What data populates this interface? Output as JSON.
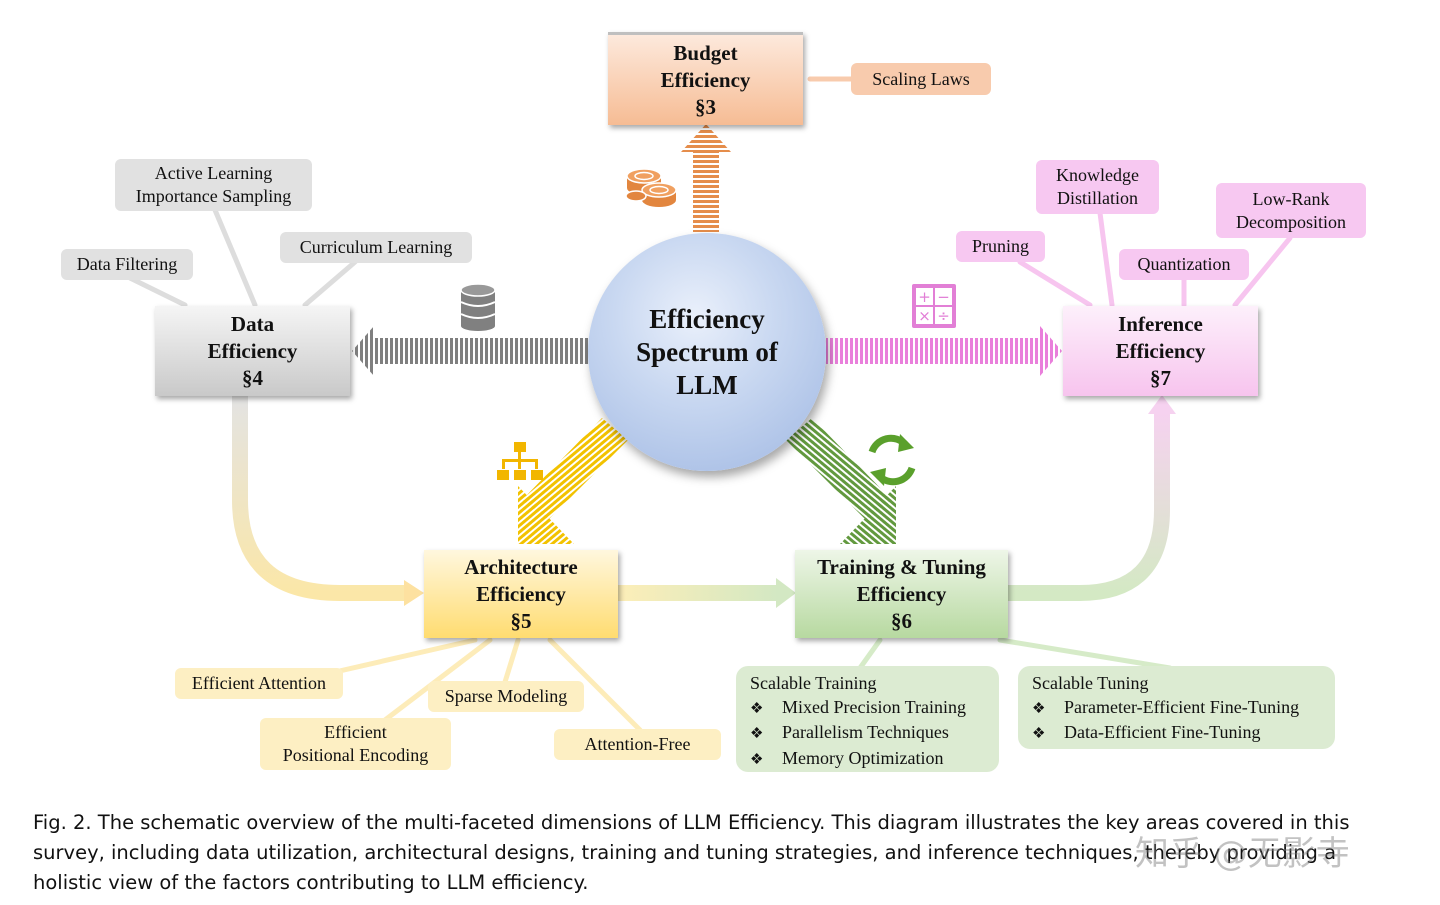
{
  "center": {
    "label": "Efficiency\nSpectrum of\nLLM"
  },
  "boxes": {
    "budget": {
      "label": "Budget\nEfficiency\n§3"
    },
    "data": {
      "label": "Data\nEfficiency\n§4"
    },
    "architecture": {
      "label": "Architecture\nEfficiency\n§5"
    },
    "training": {
      "label": "Training & Tuning\nEfficiency\n§6"
    },
    "inference": {
      "label": "Inference\nEfficiency\n§7"
    }
  },
  "tags": {
    "scaling_laws": "Scaling Laws",
    "active_learning": "Active Learning\nImportance Sampling",
    "curriculum_learning": "Curriculum Learning",
    "data_filtering": "Data Filtering",
    "knowledge_distillation": "Knowledge\nDistillation",
    "low_rank": "Low-Rank\nDecomposition",
    "pruning": "Pruning",
    "quantization": "Quantization",
    "efficient_attention": "Efficient Attention",
    "sparse_modeling": "Sparse Modeling",
    "positional_encoding": "Efficient\nPositional Encoding",
    "attention_free": "Attention-Free"
  },
  "scalable_training": {
    "title": "Scalable Training",
    "items": [
      "Mixed Precision Training",
      "Parallelism Techniques",
      "Memory Optimization"
    ]
  },
  "scalable_tuning": {
    "title": "Scalable Tuning",
    "items": [
      "Parameter-Efficient Fine-Tuning",
      "Data-Efficient Fine-Tuning"
    ]
  },
  "bullet_glyph": "❖",
  "icons": [
    "coins-icon",
    "database-icon",
    "calculator-icon",
    "hierarchy-icon",
    "recycle-icon"
  ],
  "calculator_symbols": [
    "+",
    "−",
    "×",
    "÷"
  ],
  "colors": {
    "budget": "#f4b183",
    "data": "#bfbfbf",
    "architecture": "#ffd966",
    "training": "#a9d18e",
    "inference": "#f4a6e8",
    "center": "#a9c0e6"
  },
  "caption": "Fig. 2.  The schematic overview of the multi-faceted dimensions of LLM Efficiency. This diagram illustrates the key areas covered in this survey, including data utilization, architectural designs, training and tuning strategies, and inference techniques, thereby providing a holistic view of the factors contributing to LLM efficiency.",
  "watermark": "知乎 @无影寺"
}
